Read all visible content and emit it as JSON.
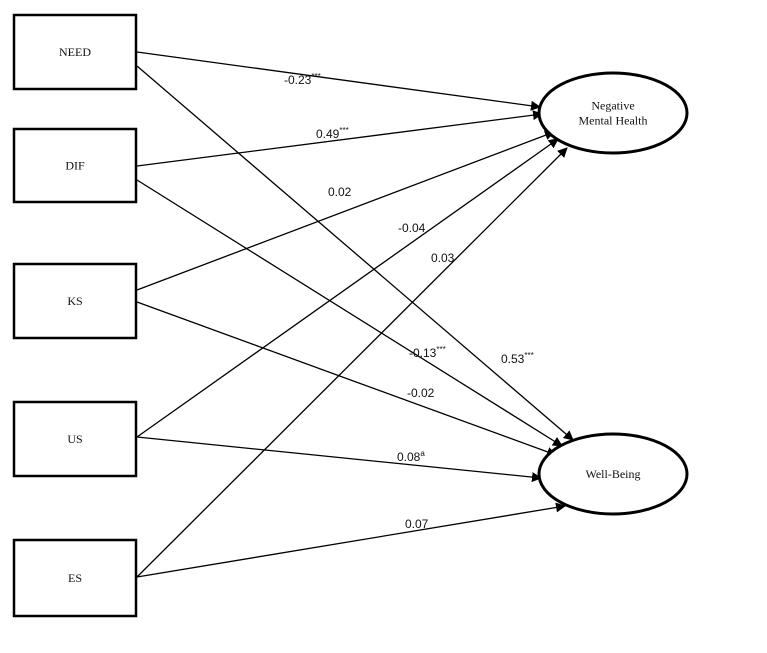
{
  "diagram": {
    "predictors": [
      {
        "id": "need",
        "label": "NEED"
      },
      {
        "id": "dif",
        "label": "DIF"
      },
      {
        "id": "ks",
        "label": "KS"
      },
      {
        "id": "us",
        "label": "US"
      },
      {
        "id": "es",
        "label": "ES"
      }
    ],
    "outcomes": [
      {
        "id": "nmh",
        "lines": [
          "Negative",
          "Mental Health"
        ]
      },
      {
        "id": "wb",
        "lines": [
          "Well-Being"
        ]
      }
    ],
    "paths": [
      {
        "from": "need",
        "to": "nmh",
        "value": "-0.23",
        "sup": "***"
      },
      {
        "from": "need",
        "to": "wb",
        "value": "0.53",
        "sup": "***"
      },
      {
        "from": "dif",
        "to": "nmh",
        "value": "0.49",
        "sup": "***"
      },
      {
        "from": "dif",
        "to": "wb",
        "value": "-0.13",
        "sup": "***"
      },
      {
        "from": "ks",
        "to": "nmh",
        "value": "0.02",
        "sup": ""
      },
      {
        "from": "ks",
        "to": "wb",
        "value": "-0.02",
        "sup": ""
      },
      {
        "from": "us",
        "to": "nmh",
        "value": "-0.04",
        "sup": ""
      },
      {
        "from": "us",
        "to": "wb",
        "value": "0.08",
        "sup": "a"
      },
      {
        "from": "es",
        "to": "nmh",
        "value": "0.03",
        "sup": ""
      },
      {
        "from": "es",
        "to": "wb",
        "value": "0.07",
        "sup": ""
      }
    ]
  }
}
